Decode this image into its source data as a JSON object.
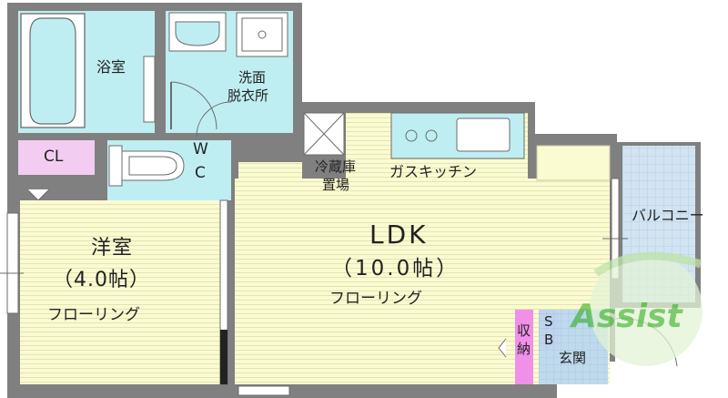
{
  "rooms": {
    "bath": "浴室",
    "washroom_line1": "洗面",
    "washroom_line2": "脱衣所",
    "wc_w": "W",
    "wc_c": "C",
    "closet": "CL",
    "fridge_line1": "冷蔵庫",
    "fridge_line2": "置場",
    "kitchen": "ガスキッチン",
    "balcony": "バルコニー",
    "western_room": "洋室",
    "western_size": "（4.0帖）",
    "western_floor": "フローリング",
    "ldk": "LDK",
    "ldk_size": "（10.0帖）",
    "ldk_floor": "フローリング",
    "storage_line1": "収",
    "storage_line2": "納",
    "shoebox_line1": "S",
    "shoebox_line2": "B",
    "entrance": "玄関"
  },
  "watermark": "Assist",
  "colors": {
    "wall": "#808080",
    "wet_area": "#bfeef2",
    "floor_wood": "#fbfbd2",
    "closet": "#f3cdf1",
    "balcony": "#d2e4f2",
    "storage": "#f090e8",
    "entrance": "#bcd8ee",
    "watermark_green": "#22aa11"
  }
}
